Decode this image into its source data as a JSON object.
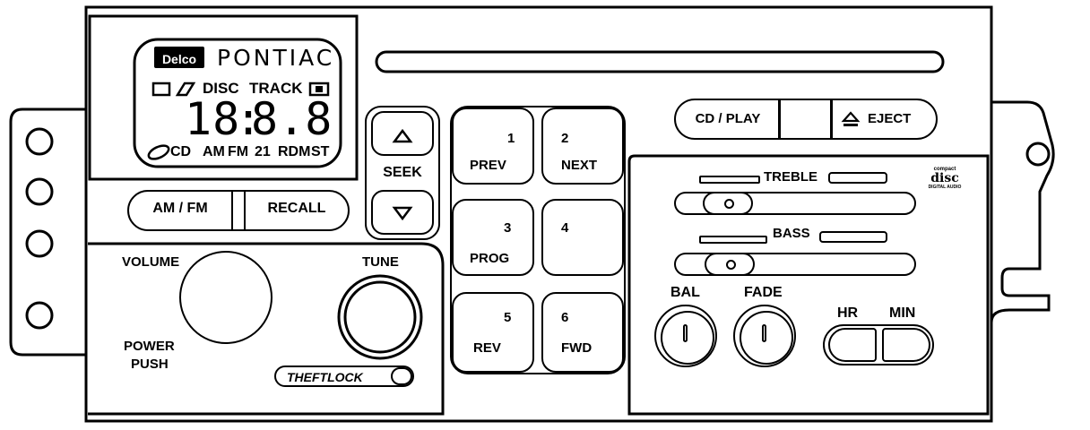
{
  "display": {
    "badge": "Delco",
    "brand": "PONTIAC",
    "row1": {
      "disc": "DISC",
      "track": "TRACK"
    },
    "digits": {
      "left": "18",
      "colon": ":",
      "right": "8.8"
    },
    "row3": {
      "cd": "CD",
      "am": "AM",
      "fm": "FM",
      "num": "21",
      "rdm": "RDM",
      "st": "ST"
    }
  },
  "buttons": {
    "am_fm": "AM / FM",
    "recall": "RECALL",
    "seek": "SEEK",
    "cd_play": "CD / PLAY",
    "eject": "EJECT",
    "hr": "HR",
    "min": "MIN",
    "theftlock": "THEFTLOCK"
  },
  "presets": [
    {
      "num": "1",
      "label": "PREV"
    },
    {
      "num": "2",
      "label": "NEXT"
    },
    {
      "num": "3",
      "label": "PROG"
    },
    {
      "num": "4",
      "label": ""
    },
    {
      "num": "5",
      "label": "REV"
    },
    {
      "num": "6",
      "label": "FWD"
    }
  ],
  "knobs": {
    "volume": "VOLUME",
    "power_line1": "POWER",
    "power_line2": "PUSH",
    "tune": "TUNE",
    "bal": "BAL",
    "fade": "FADE"
  },
  "sliders": {
    "treble": "TREBLE",
    "bass": "BASS"
  },
  "logo": {
    "line1": "compact",
    "line2": "disc",
    "line3": "DIGITAL AUDIO"
  }
}
